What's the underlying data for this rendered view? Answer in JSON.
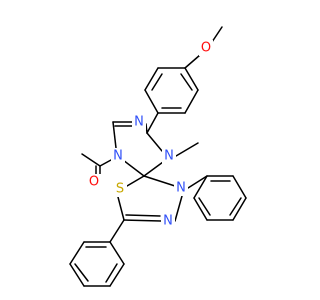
{
  "molecule": {
    "atoms": {
      "O_methoxy": "O",
      "N1": "N",
      "N2": "N",
      "N4": "N",
      "O_acetyl": "O",
      "S": "S",
      "N_thiadiazole": "N",
      "N_phenyl": "N"
    },
    "colors": {
      "N": "#3050F8",
      "O": "#FF0D0D",
      "S": "#C8A800",
      "bond": "#000000"
    }
  }
}
